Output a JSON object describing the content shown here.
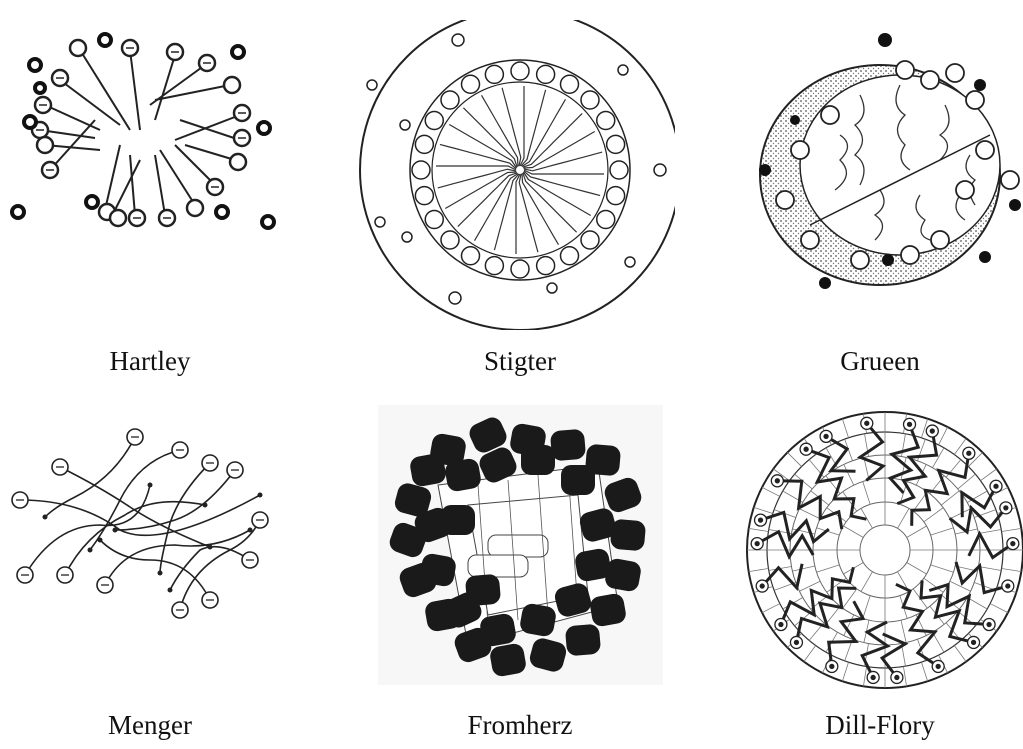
{
  "figure": {
    "panels": [
      {
        "caption": "Hartley",
        "icon": "hartley-micelle-drawing"
      },
      {
        "caption": "Stigter",
        "icon": "stigter-micelle-drawing"
      },
      {
        "caption": "Grueen",
        "icon": "grueen-micelle-drawing"
      },
      {
        "caption": "Menger",
        "icon": "menger-micelle-drawing"
      },
      {
        "caption": "Fromherz",
        "icon": "fromherz-micelle-drawing"
      },
      {
        "caption": "Dill-Flory",
        "icon": "dill-flory-micelle-drawing"
      }
    ],
    "colors": {
      "ink": "#222222",
      "background": "#ffffff",
      "stipple": "#555555"
    }
  }
}
